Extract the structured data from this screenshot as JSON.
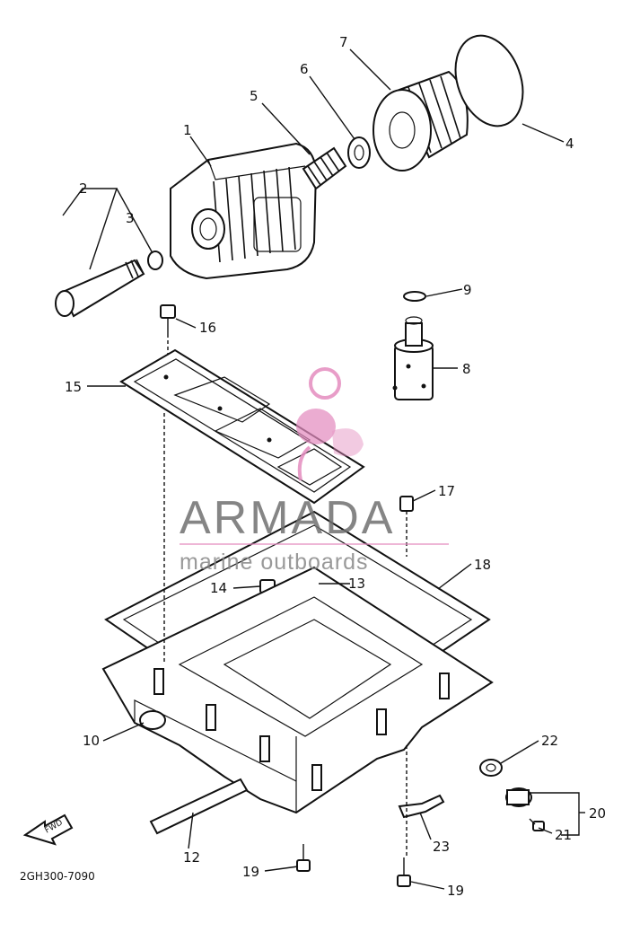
{
  "diagram": {
    "callouts": [
      {
        "id": "c1",
        "text": "1"
      },
      {
        "id": "c2",
        "text": "2"
      },
      {
        "id": "c3",
        "text": "3"
      },
      {
        "id": "c4",
        "text": "4"
      },
      {
        "id": "c5",
        "text": "5"
      },
      {
        "id": "c6",
        "text": "6"
      },
      {
        "id": "c7",
        "text": "7"
      },
      {
        "id": "c8",
        "text": "8"
      },
      {
        "id": "c9",
        "text": "9"
      },
      {
        "id": "c10",
        "text": "10"
      },
      {
        "id": "c12",
        "text": "12"
      },
      {
        "id": "c13",
        "text": "13"
      },
      {
        "id": "c14",
        "text": "14"
      },
      {
        "id": "c15",
        "text": "15"
      },
      {
        "id": "c16",
        "text": "16"
      },
      {
        "id": "c17",
        "text": "17"
      },
      {
        "id": "c18",
        "text": "18"
      },
      {
        "id": "c19a",
        "text": "19"
      },
      {
        "id": "c19b",
        "text": "19"
      },
      {
        "id": "c20",
        "text": "20"
      },
      {
        "id": "c21",
        "text": "21"
      },
      {
        "id": "c22",
        "text": "22"
      },
      {
        "id": "c23",
        "text": "23"
      }
    ],
    "fwd_label": "FWD",
    "drawing_code": "2GH300-7090"
  },
  "watermark": {
    "brand": "ARMADA",
    "tagline": "marine outboards",
    "logo_color": "#e48cbf",
    "text_color": "#707070"
  }
}
